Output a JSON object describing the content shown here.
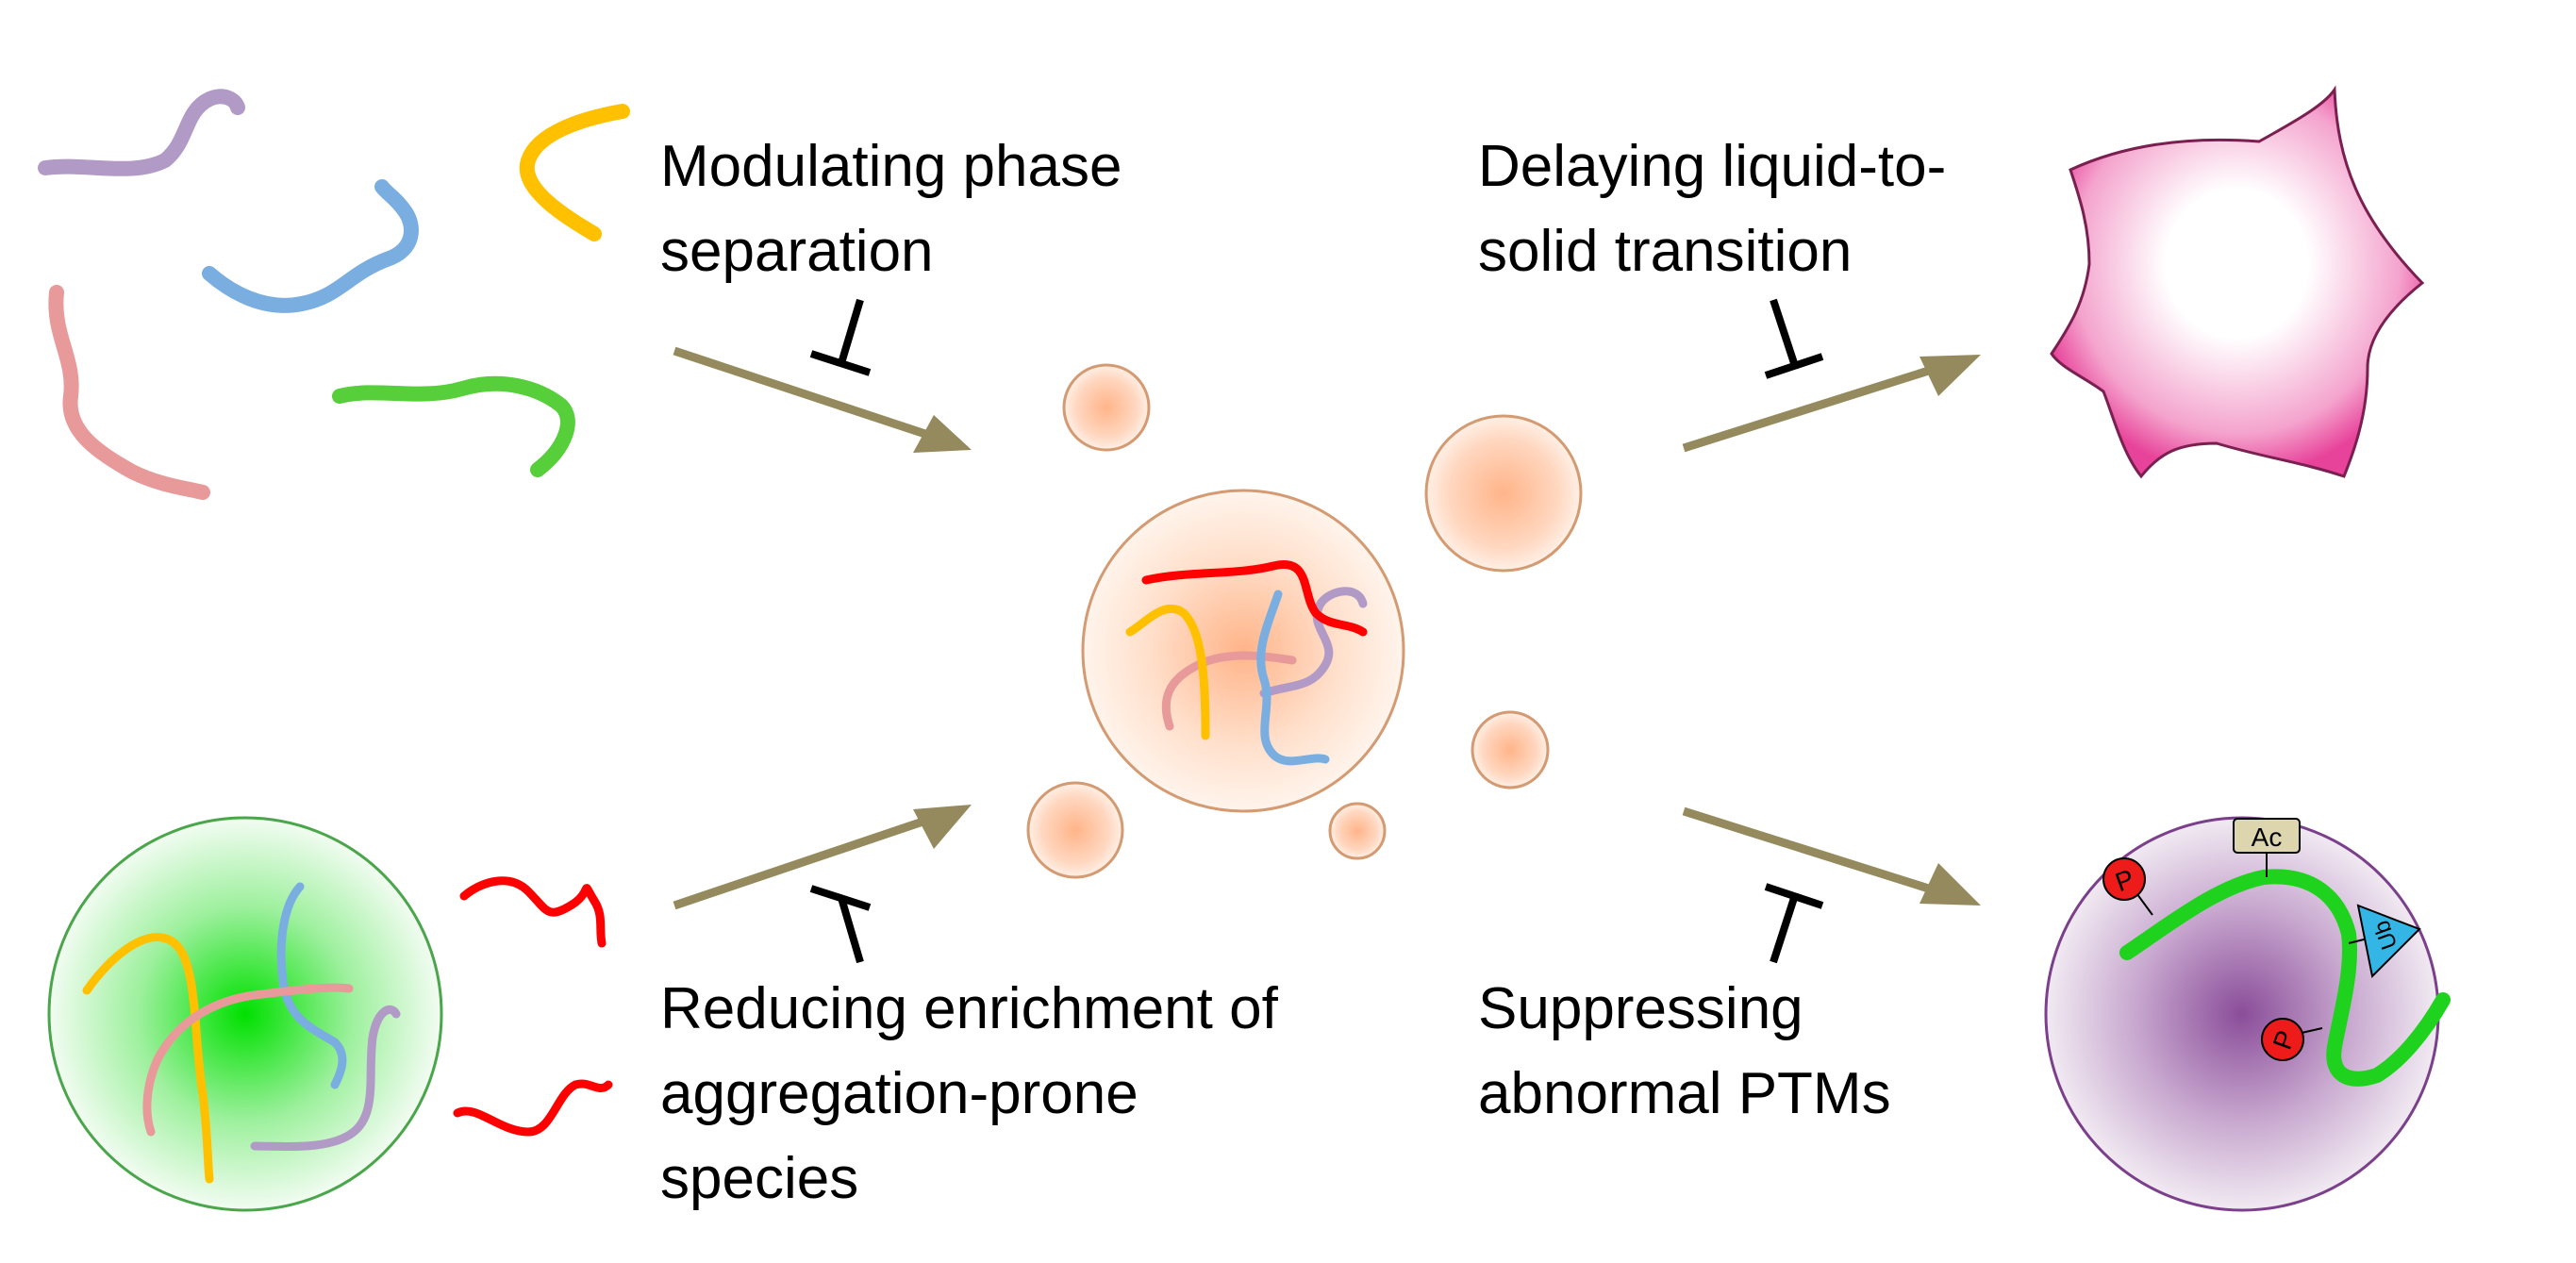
{
  "labels": {
    "top_left": [
      "Modulating phase",
      "separation"
    ],
    "top_right": [
      "Delaying liquid-to-",
      "solid transition"
    ],
    "bottom_left": [
      "Reducing enrichment of",
      "aggregation-prone",
      "species"
    ],
    "bottom_right": [
      "Suppressing",
      "abnormal PTMs"
    ]
  },
  "ptm_tags": {
    "phospho": "P",
    "acetyl": "Ac",
    "ubiquitin": "Ub"
  },
  "colors": {
    "arrow": "#948a5d",
    "inhibitor": "#000000",
    "droplet_edge": "#d49a72",
    "droplet_fill": "#ffb489",
    "solid_aggregate": "#ea4c9b",
    "green_condensate": "#1edb1e",
    "purple_condensate": "#7b3f8c",
    "chain_purple": "#b19ac6",
    "chain_yellow": "#ffc000",
    "chain_blue": "#7aaee0",
    "chain_red": "#ff0000",
    "chain_pink": "#e89a9a",
    "chain_green": "#56cf3a",
    "phospho": "#ee1b1b",
    "acetyl_box": "#ddd5ae",
    "ubiquitin": "#33b6e5"
  }
}
